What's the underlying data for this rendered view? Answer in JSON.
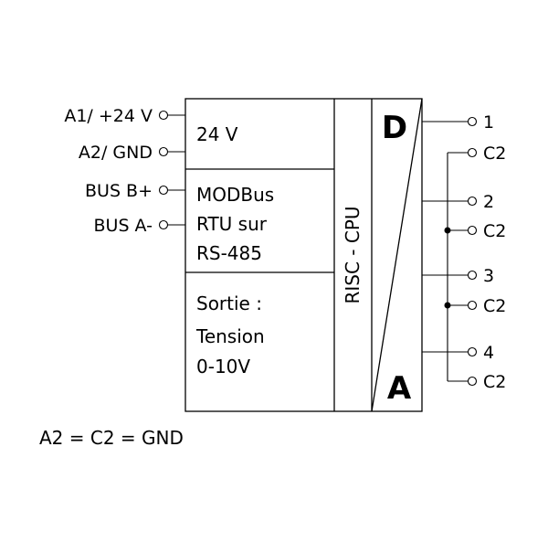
{
  "inputs": {
    "a1": "A1/ +24 V",
    "a2": "A2/ GND",
    "bus_b": "BUS B+",
    "bus_a": "BUS A-"
  },
  "blocks": {
    "power": "24 V",
    "modbus": [
      "MODBus",
      "RTU sur",
      "RS-485"
    ],
    "output": [
      "Sortie :",
      "Tension",
      "0-10V"
    ],
    "cpu": "RISC - CPU",
    "converter_top": "D",
    "converter_bottom": "A"
  },
  "outputs": {
    "o1": "1",
    "c2_1": "C2",
    "o2": "2",
    "c2_2": "C2",
    "o3": "3",
    "c2_3": "C2",
    "o4": "4",
    "c2_4": "C2"
  },
  "footnote": "A2 = C2 = GND"
}
